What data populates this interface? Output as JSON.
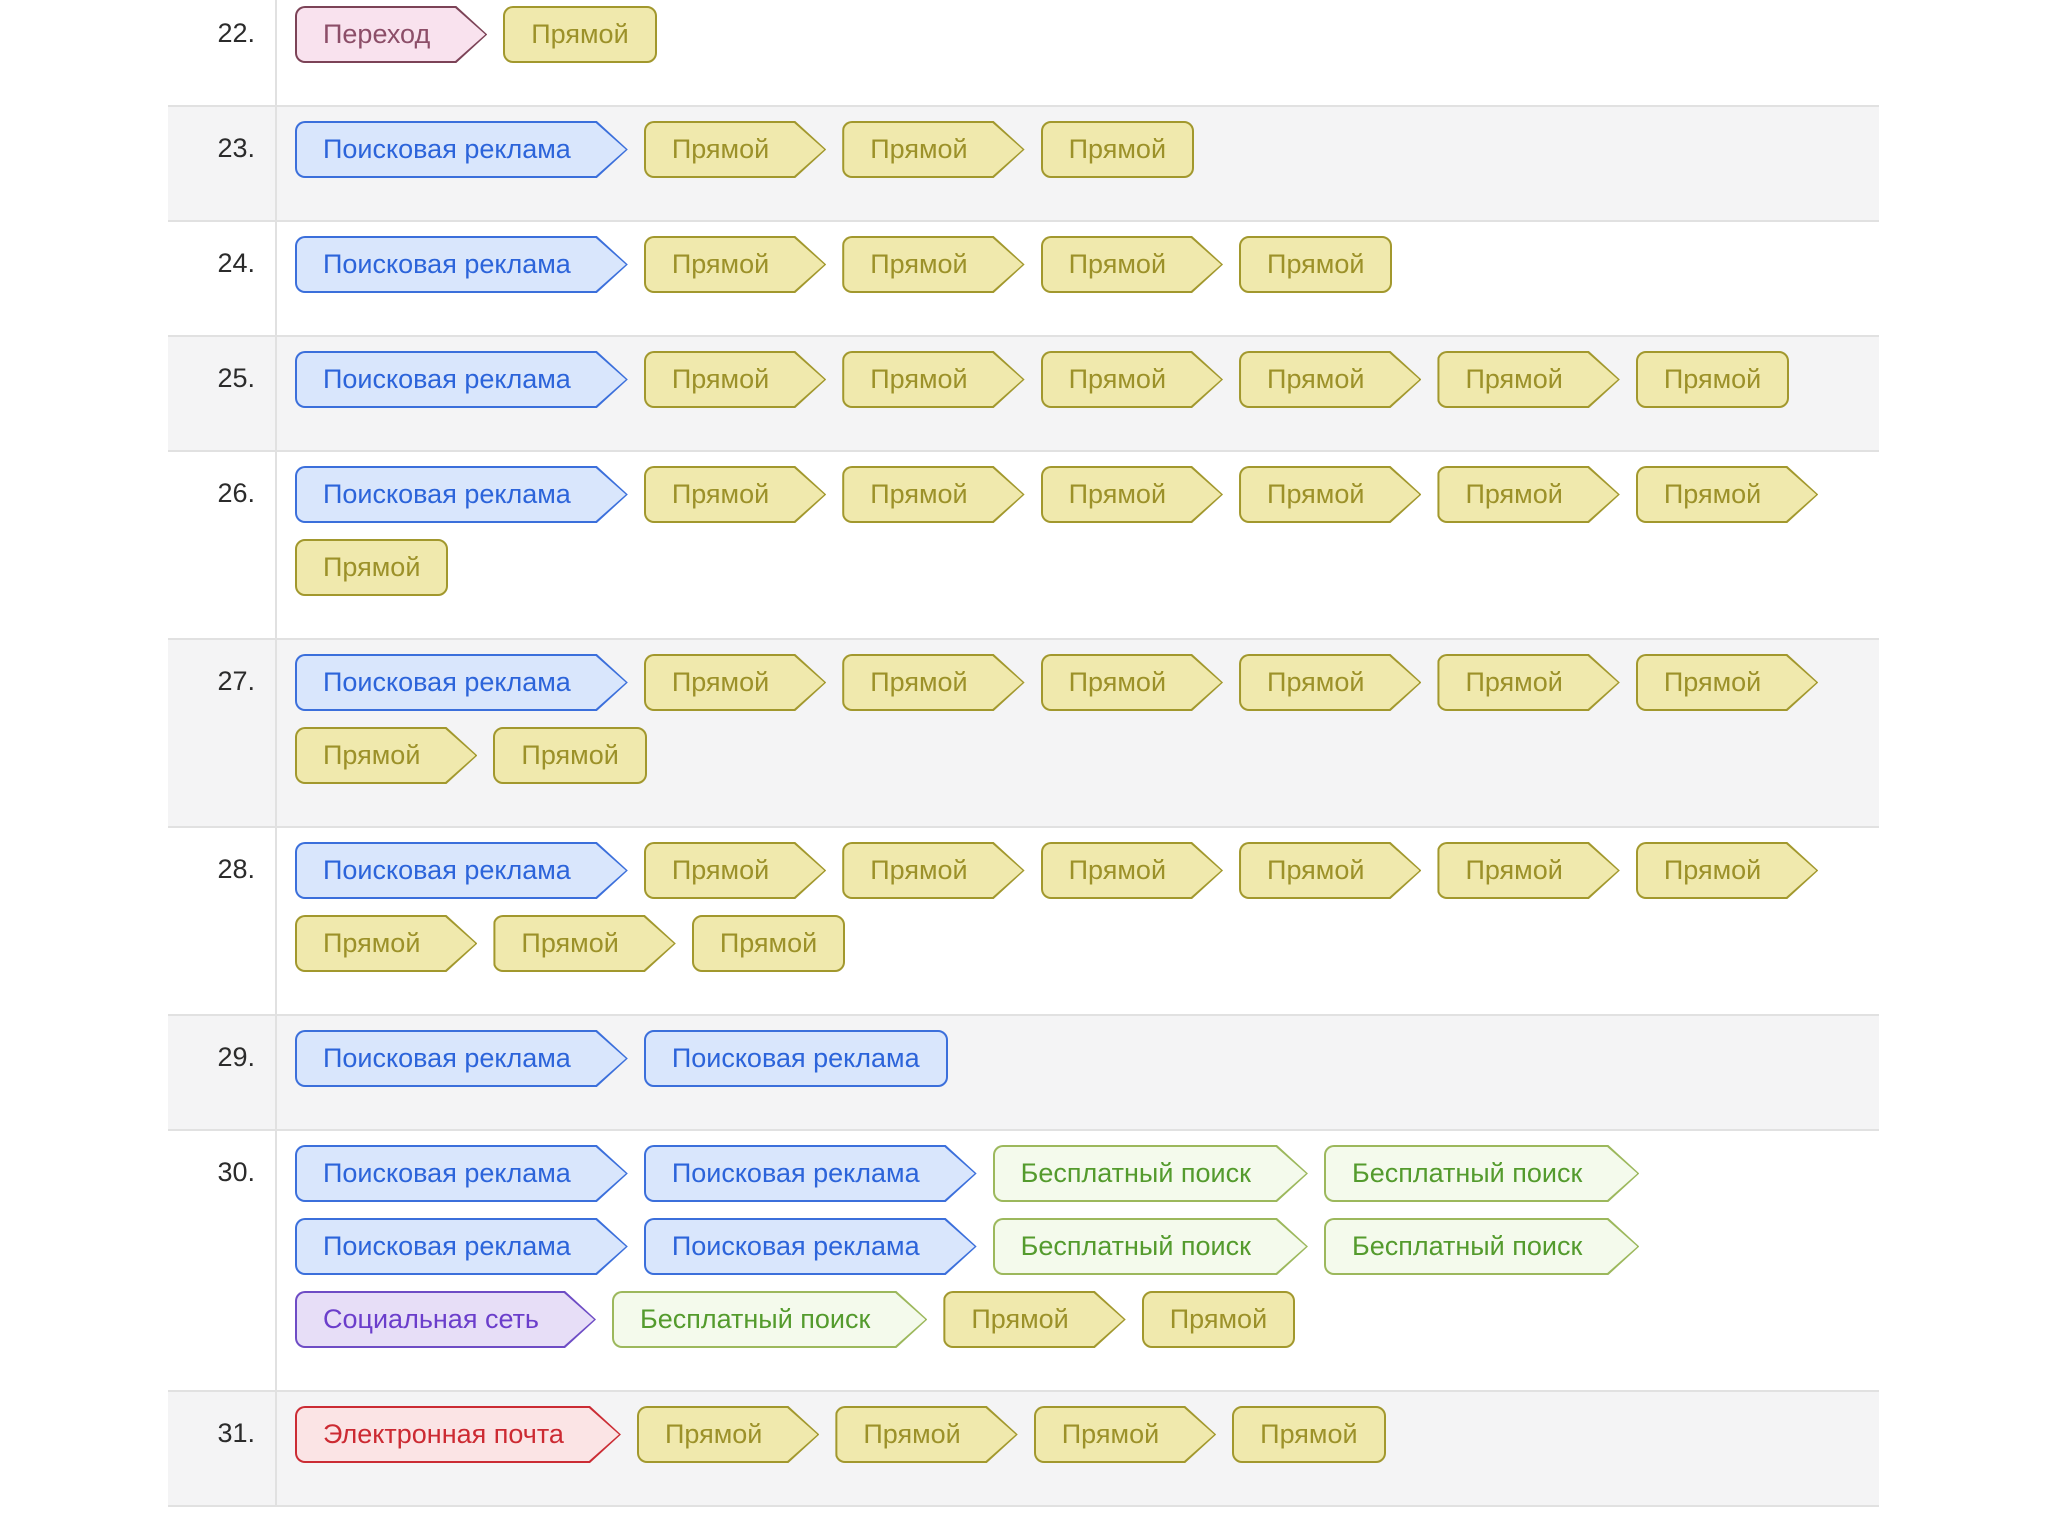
{
  "sources": {
    "referral": {
      "label": "Переход",
      "bg": "#f9e2ee",
      "border": "#7c4357",
      "text": "#8c4e68"
    },
    "search_ads": {
      "label": "Поисковая реклама",
      "bg": "#d9e6fc",
      "border": "#3b6fdb",
      "text": "#2c64da"
    },
    "direct": {
      "label": "Прямой",
      "bg": "#f0e9ad",
      "border": "#a2982d",
      "text": "#9c9129"
    },
    "organic": {
      "label": "Бесплатный поиск",
      "bg": "#f4faec",
      "border": "#9cb85c",
      "text": "#549b2d"
    },
    "social": {
      "label": "Социальная сеть",
      "bg": "#e7def7",
      "border": "#6e4cc5",
      "text": "#6b3ecb"
    },
    "email": {
      "label": "Электронная почта",
      "bg": "#fbe4e5",
      "border": "#cb2c34",
      "text": "#cc2a32"
    }
  },
  "table": {
    "rows": [
      {
        "num": "22.",
        "chips": [
          {
            "type": "referral",
            "shape": "arrow"
          },
          {
            "type": "direct",
            "shape": "end"
          }
        ]
      },
      {
        "num": "23.",
        "chips": [
          {
            "type": "search_ads",
            "shape": "arrow"
          },
          {
            "type": "direct",
            "shape": "arrow"
          },
          {
            "type": "direct",
            "shape": "arrow"
          },
          {
            "type": "direct",
            "shape": "end"
          }
        ]
      },
      {
        "num": "24.",
        "chips": [
          {
            "type": "search_ads",
            "shape": "arrow"
          },
          {
            "type": "direct",
            "shape": "arrow"
          },
          {
            "type": "direct",
            "shape": "arrow"
          },
          {
            "type": "direct",
            "shape": "arrow"
          },
          {
            "type": "direct",
            "shape": "end"
          }
        ]
      },
      {
        "num": "25.",
        "chips": [
          {
            "type": "search_ads",
            "shape": "arrow"
          },
          {
            "type": "direct",
            "shape": "arrow"
          },
          {
            "type": "direct",
            "shape": "arrow"
          },
          {
            "type": "direct",
            "shape": "arrow"
          },
          {
            "type": "direct",
            "shape": "arrow"
          },
          {
            "type": "direct",
            "shape": "arrow"
          },
          {
            "type": "direct",
            "shape": "end"
          }
        ]
      },
      {
        "num": "26.",
        "chips": [
          {
            "type": "search_ads",
            "shape": "arrow"
          },
          {
            "type": "direct",
            "shape": "arrow"
          },
          {
            "type": "direct",
            "shape": "arrow"
          },
          {
            "type": "direct",
            "shape": "arrow"
          },
          {
            "type": "direct",
            "shape": "arrow"
          },
          {
            "type": "direct",
            "shape": "arrow"
          },
          {
            "type": "direct",
            "shape": "arrow"
          },
          {
            "type": "direct",
            "shape": "end"
          }
        ]
      },
      {
        "num": "27.",
        "chips": [
          {
            "type": "search_ads",
            "shape": "arrow"
          },
          {
            "type": "direct",
            "shape": "arrow"
          },
          {
            "type": "direct",
            "shape": "arrow"
          },
          {
            "type": "direct",
            "shape": "arrow"
          },
          {
            "type": "direct",
            "shape": "arrow"
          },
          {
            "type": "direct",
            "shape": "arrow"
          },
          {
            "type": "direct",
            "shape": "arrow"
          },
          {
            "type": "direct",
            "shape": "arrow"
          },
          {
            "type": "direct",
            "shape": "end"
          }
        ]
      },
      {
        "num": "28.",
        "chips": [
          {
            "type": "search_ads",
            "shape": "arrow"
          },
          {
            "type": "direct",
            "shape": "arrow"
          },
          {
            "type": "direct",
            "shape": "arrow"
          },
          {
            "type": "direct",
            "shape": "arrow"
          },
          {
            "type": "direct",
            "shape": "arrow"
          },
          {
            "type": "direct",
            "shape": "arrow"
          },
          {
            "type": "direct",
            "shape": "arrow"
          },
          {
            "type": "direct",
            "shape": "arrow"
          },
          {
            "type": "direct",
            "shape": "arrow"
          },
          {
            "type": "direct",
            "shape": "end"
          }
        ]
      },
      {
        "num": "29.",
        "chips": [
          {
            "type": "search_ads",
            "shape": "arrow"
          },
          {
            "type": "search_ads",
            "shape": "end"
          }
        ]
      },
      {
        "num": "30.",
        "chips": [
          {
            "type": "search_ads",
            "shape": "arrow"
          },
          {
            "type": "search_ads",
            "shape": "arrow"
          },
          {
            "type": "organic",
            "shape": "arrow"
          },
          {
            "type": "organic",
            "shape": "arrow"
          },
          {
            "type": "search_ads",
            "shape": "arrow"
          },
          {
            "type": "search_ads",
            "shape": "arrow"
          },
          {
            "type": "organic",
            "shape": "arrow"
          },
          {
            "type": "organic",
            "shape": "arrow"
          },
          {
            "type": "social",
            "shape": "arrow"
          },
          {
            "type": "organic",
            "shape": "arrow"
          },
          {
            "type": "direct",
            "shape": "arrow"
          },
          {
            "type": "direct",
            "shape": "end"
          }
        ]
      },
      {
        "num": "31.",
        "chips": [
          {
            "type": "email",
            "shape": "arrow"
          },
          {
            "type": "direct",
            "shape": "arrow"
          },
          {
            "type": "direct",
            "shape": "arrow"
          },
          {
            "type": "direct",
            "shape": "arrow"
          },
          {
            "type": "direct",
            "shape": "end"
          }
        ]
      }
    ]
  }
}
